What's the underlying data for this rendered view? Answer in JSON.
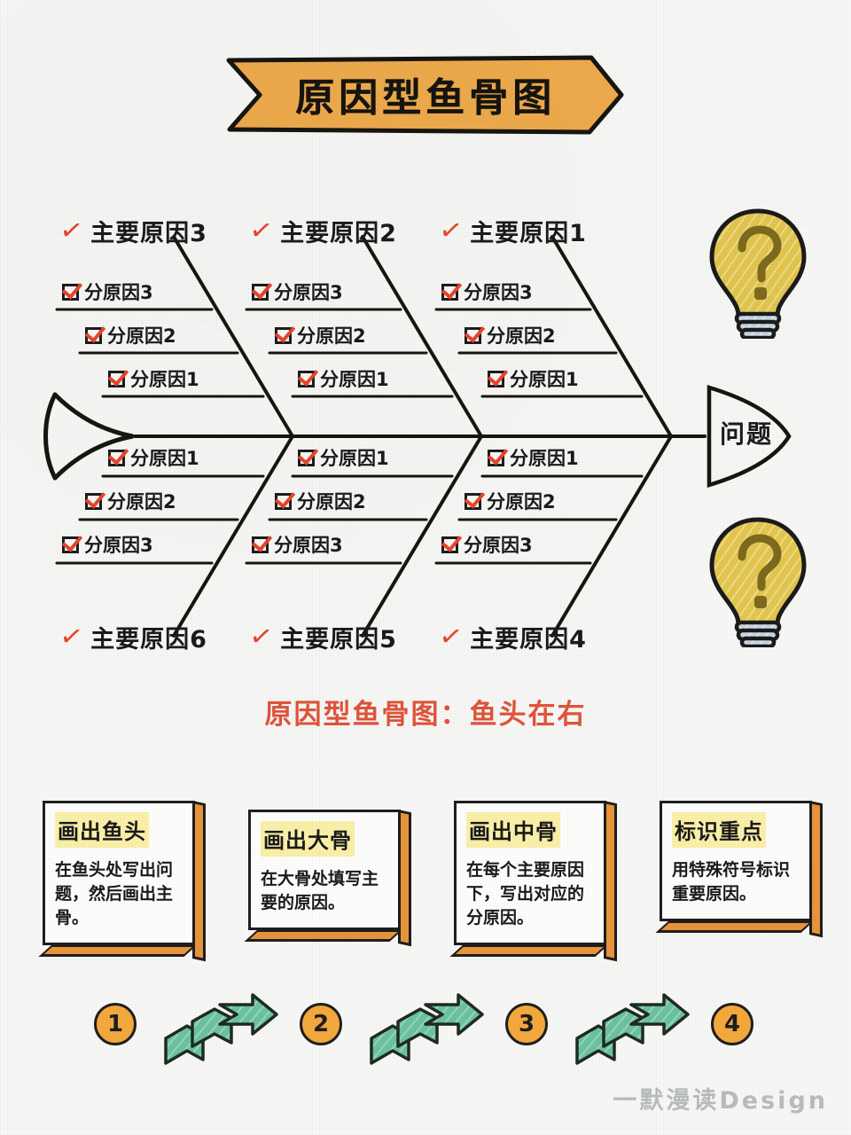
{
  "title": {
    "text": "原因型鱼骨图"
  },
  "diagram": {
    "head_label": "问题",
    "top_branches": [
      {
        "major": "主要原因3",
        "check_icon": "red-check",
        "subs": [
          "分原因3",
          "分原因2",
          "分原因1"
        ]
      },
      {
        "major": "主要原因2",
        "check_icon": "red-check",
        "subs": [
          "分原因3",
          "分原因2",
          "分原因1"
        ]
      },
      {
        "major": "主要原因1",
        "check_icon": "red-check",
        "subs": [
          "分原因3",
          "分原因2",
          "分原因1"
        ]
      }
    ],
    "bottom_branches": [
      {
        "major": "主要原因6",
        "check_icon": "red-check",
        "subs": [
          "分原因1",
          "分原因2",
          "分原因3"
        ]
      },
      {
        "major": "主要原因5",
        "check_icon": "red-check",
        "subs": [
          "分原因1",
          "分原因2",
          "分原因3"
        ]
      },
      {
        "major": "主要原因4",
        "check_icon": "red-check",
        "subs": [
          "分原因1",
          "分原因2",
          "分原因3"
        ]
      }
    ],
    "bulbs": [
      {
        "icon": "lightbulb-question-icon"
      },
      {
        "icon": "lightbulb-question-icon"
      }
    ]
  },
  "caption": {
    "text": "原因型鱼骨图：鱼头在右"
  },
  "steps": [
    {
      "number": "1",
      "title": "画出鱼头",
      "body": "在鱼头处写出问题，然后画出主骨。"
    },
    {
      "number": "2",
      "title": "画出大骨",
      "body": "在大骨处填写主要的原因。"
    },
    {
      "number": "3",
      "title": "画出中骨",
      "body": "在每个主要原因下，写出对应的分原因。"
    },
    {
      "number": "4",
      "title": "标识重点",
      "body": "用特殊符号标识重要原因。"
    }
  ],
  "arrows": [
    {
      "icon": "stepped-arrow-right-icon"
    },
    {
      "icon": "stepped-arrow-right-icon"
    },
    {
      "icon": "stepped-arrow-right-icon"
    }
  ],
  "watermark": {
    "text": "一默漫读Design"
  },
  "colors": {
    "banner_fill": "#eeab4c",
    "ink": "#1e1e1e",
    "accent_red": "#e8452c",
    "caption_red": "#e0543a",
    "highlight_yellow": "#faf0a8",
    "card_edge_orange": "#e8943a",
    "circle_orange": "#f4a93c",
    "arrow_green": "#6cc2a0",
    "bulb_yellow": "#e3c64e",
    "bulb_base": "#c8d6e2",
    "paper": "#f7f7f6",
    "watermark_gray": "#b9bcbd"
  }
}
